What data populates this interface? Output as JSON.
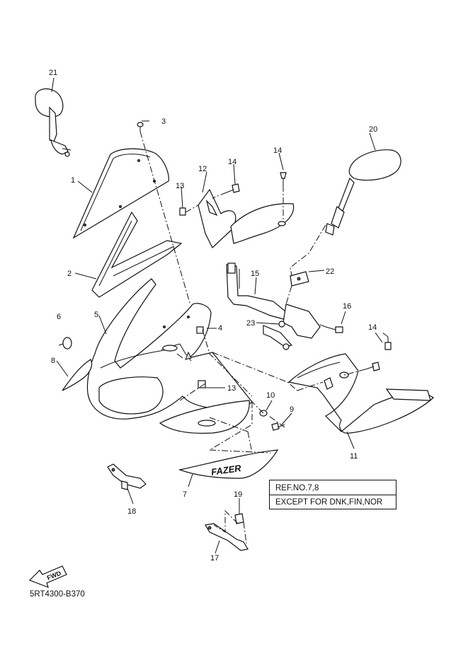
{
  "parts": [
    {
      "ref": "1"
    },
    {
      "ref": "2"
    },
    {
      "ref": "3"
    },
    {
      "ref": "4"
    },
    {
      "ref": "5"
    },
    {
      "ref": "6"
    },
    {
      "ref": "7"
    },
    {
      "ref": "8"
    },
    {
      "ref": "9"
    },
    {
      "ref": "10"
    },
    {
      "ref": "11"
    },
    {
      "ref": "12"
    },
    {
      "ref": "13"
    },
    {
      "ref": "13"
    },
    {
      "ref": "14"
    },
    {
      "ref": "14"
    },
    {
      "ref": "14"
    },
    {
      "ref": "15"
    },
    {
      "ref": "16"
    },
    {
      "ref": "17"
    },
    {
      "ref": "18"
    },
    {
      "ref": "19"
    },
    {
      "ref": "20"
    },
    {
      "ref": "21"
    },
    {
      "ref": "22"
    },
    {
      "ref": "23"
    }
  ],
  "note": {
    "line1": "REF.NO.7,8",
    "line2": "EXCEPT FOR DNK,FIN,NOR"
  },
  "badge": {
    "fwd": "FWD",
    "logo": "FAZER"
  },
  "diagram_code": "5RT4300-B370"
}
